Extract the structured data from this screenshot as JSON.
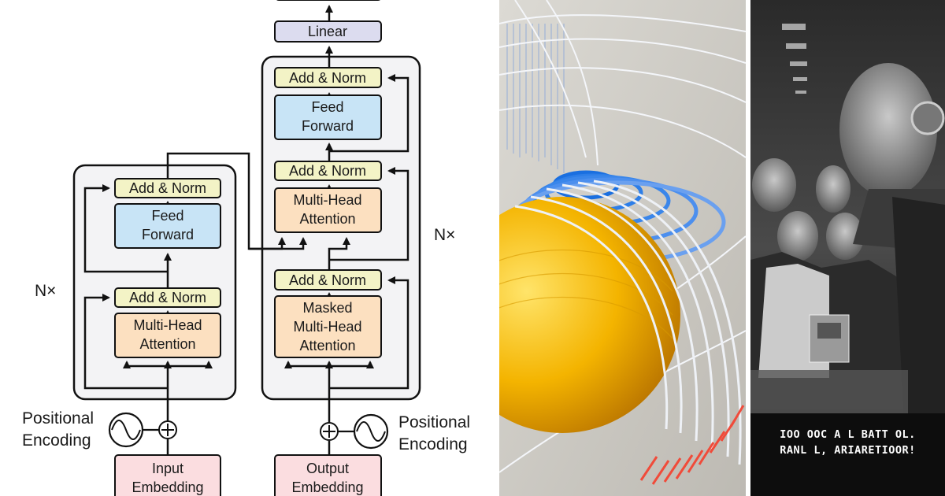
{
  "diagram": {
    "encoder": {
      "add_norm_top": "Add & Norm",
      "ff_line1": "Feed",
      "ff_line2": "Forward",
      "add_norm_bottom": "Add & Norm",
      "attn_line1": "Multi-Head",
      "attn_line2": "Attention",
      "nx": "N×",
      "pos_line1": "Positional",
      "pos_line2": "Encoding",
      "emb_line1": "Input",
      "emb_line2": "Embedding"
    },
    "decoder": {
      "linear": "Linear",
      "add_norm_top": "Add & Norm",
      "ff_line1": "Feed",
      "ff_line2": "Forward",
      "add_norm_mid": "Add & Norm",
      "attn_line1": "Multi-Head",
      "attn_line2": "Attention",
      "add_norm_bottom": "Add & Norm",
      "masked_line1": "Masked",
      "masked_line2": "Multi-Head",
      "masked_line3": "Attention",
      "nx": "N×",
      "pos_line1": "Positional",
      "pos_line2": "Encoding",
      "emb_line1": "Output",
      "emb_line2": "Embedding"
    },
    "colors": {
      "add_norm": "#f3f3c6",
      "feed_forward": "#c8e4f6",
      "attention": "#fce0c0",
      "embedding": "#fbdde0",
      "linear": "#dcdcef",
      "stack_bg": "#f3f3f5"
    }
  },
  "poster": {
    "caption_line1": "IOO OOC A L BATT OL.",
    "caption_line2": "RANL L, ARIARETIOOR!"
  }
}
